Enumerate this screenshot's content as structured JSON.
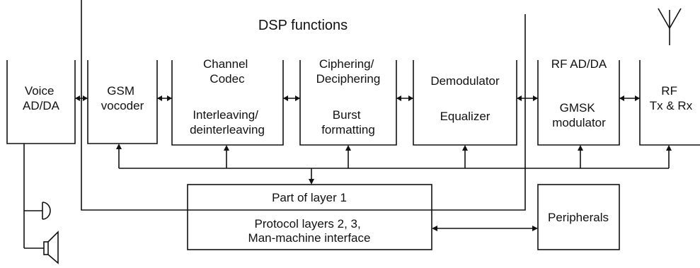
{
  "diagram": {
    "dsp_title": "DSP functions",
    "blocks": {
      "voice": [
        "Voice",
        "AD/DA"
      ],
      "gsm": [
        "GSM",
        "vocoder"
      ],
      "codec_top": [
        "Channel",
        "Codec"
      ],
      "codec_bottom": [
        "Interleaving/",
        "deinterleaving"
      ],
      "cipher_top": [
        "Ciphering/",
        "Deciphering"
      ],
      "cipher_bottom": [
        "Burst",
        "formatting"
      ],
      "demod_top": [
        "Demodulator"
      ],
      "demod_bottom": [
        "Equalizer"
      ],
      "rfad_top": [
        "RF AD/DA"
      ],
      "rfad_bottom": [
        "GMSK",
        "modulator"
      ],
      "rftx": [
        "RF",
        "Tx & Rx"
      ],
      "layer1": [
        "Part of layer 1"
      ],
      "protocol": [
        "Protocol layers 2, 3,",
        "Man-machine interface"
      ],
      "peripherals": [
        "Peripherals"
      ]
    },
    "icons": [
      "antenna-icon",
      "microphone-icon",
      "speaker-icon"
    ]
  }
}
